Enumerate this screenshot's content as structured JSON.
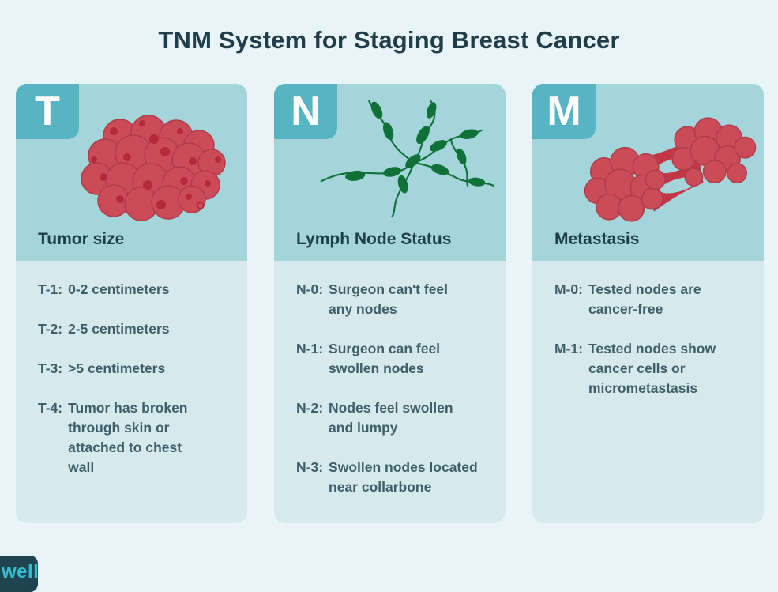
{
  "page": {
    "title": "TNM System for Staging Breast Cancer",
    "background": "#E9F4F8"
  },
  "brand": {
    "logo_text": "well",
    "logo_bg": "#1E4351",
    "logo_color": "#36BDD0"
  },
  "colors": {
    "card_top_bg": "#A3D5DB",
    "card_bottom_bg": "#D6EAEE",
    "badge_bg": "#57B4C2",
    "badge_letter": "#FFFFFF",
    "heading_text": "#1F3E49",
    "item_text": "#3E5F68",
    "tumor_red": "#CC4B58",
    "tumor_red_outline": "#B03C4A",
    "tumor_red_dot": "#B5293B",
    "membrane_red": "#C23645",
    "lymph_green": "#0F7038"
  },
  "columns": [
    {
      "letter": "T",
      "heading": "Tumor size",
      "illustration": "tumor-cluster",
      "items": [
        {
          "label": "T-1:",
          "text": "0-2 centimeters"
        },
        {
          "label": "T-2:",
          "text": "2-5 centimeters"
        },
        {
          "label": "T-3:",
          "text": ">5 centimeters"
        },
        {
          "label": "T-4:",
          "text": "Tumor has broken\nthrough skin or\nattached to chest\nwall"
        }
      ]
    },
    {
      "letter": "N",
      "heading": "Lymph Node Status",
      "illustration": "lymph-nodes",
      "items": [
        {
          "label": "N-0:",
          "text": "Surgeon can't feel\nany nodes"
        },
        {
          "label": "N-1:",
          "text": "Surgeon can feel\nswollen nodes"
        },
        {
          "label": "N-2:",
          "text": "Nodes feel swollen\nand lumpy"
        },
        {
          "label": "N-3:",
          "text": "Swollen nodes located\nnear collarbone"
        }
      ]
    },
    {
      "letter": "M",
      "heading": "Metastasis",
      "illustration": "metastasis-clusters",
      "items": [
        {
          "label": "M-0:",
          "text": "Tested nodes are\ncancer-free"
        },
        {
          "label": "M-1:",
          "text": "Tested nodes show\ncancer cells or\nmicrometastasis"
        }
      ]
    }
  ]
}
